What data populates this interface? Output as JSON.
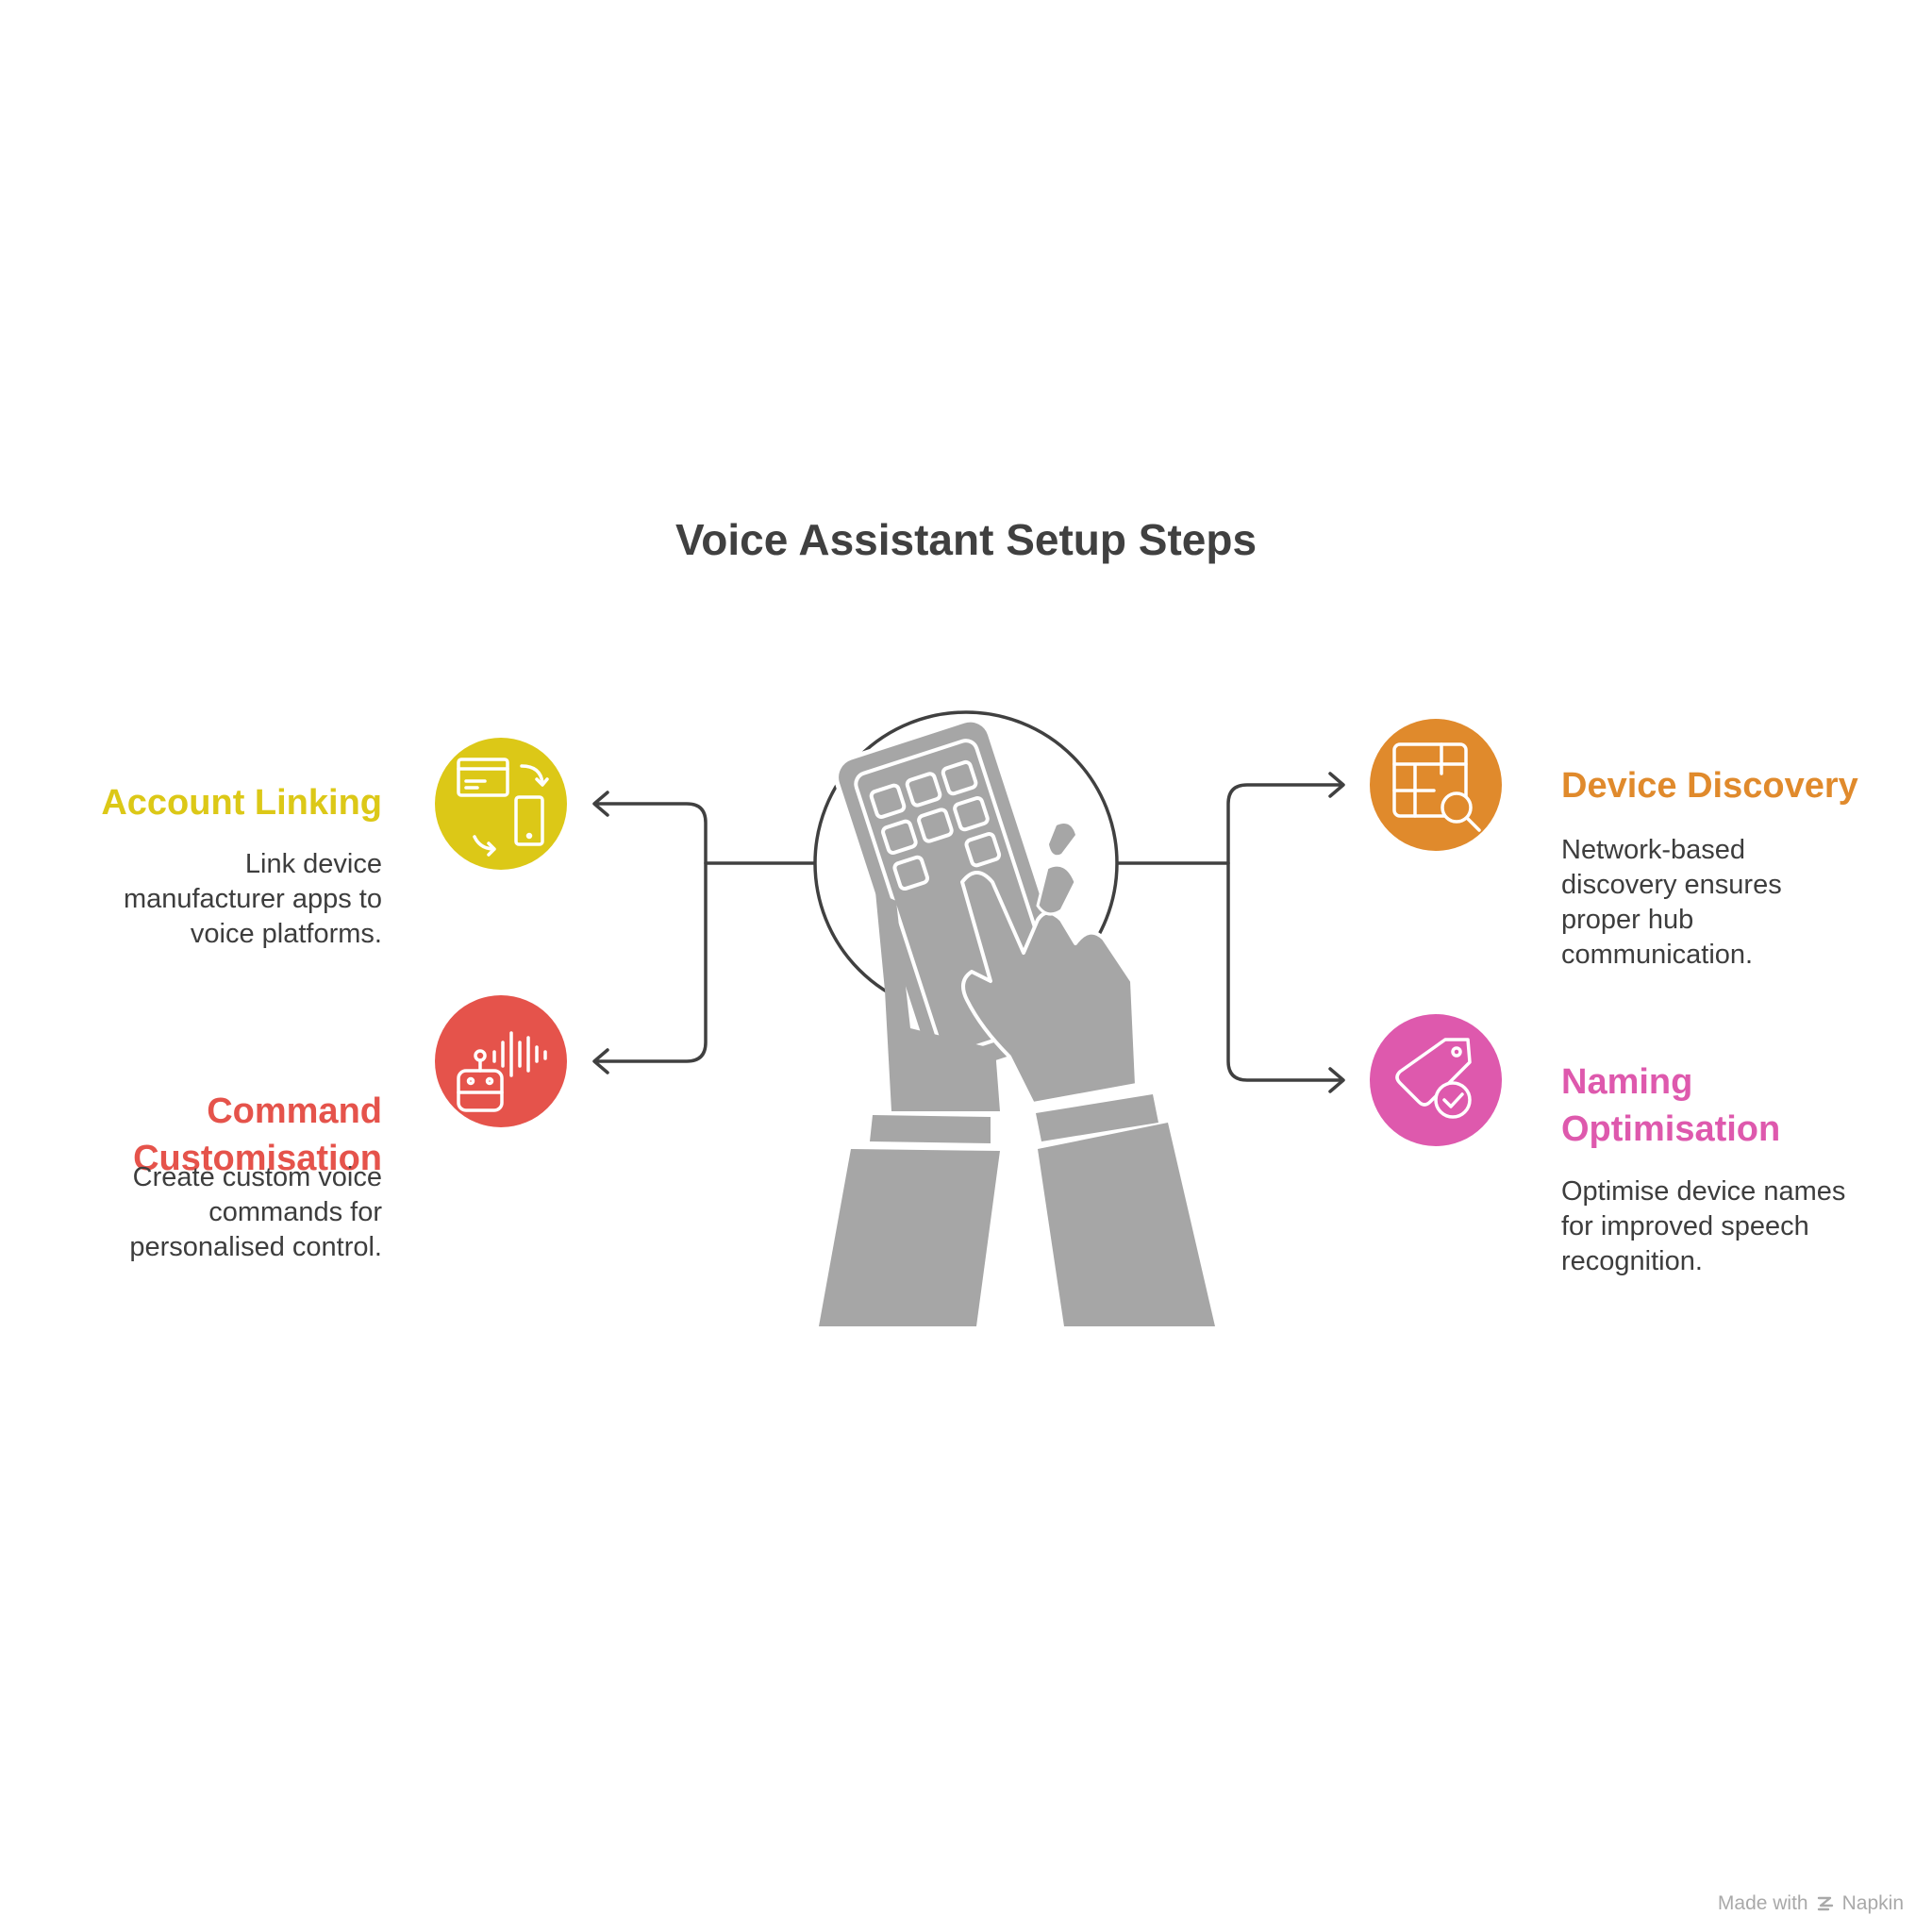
{
  "title": "Voice Assistant Setup Steps",
  "colors": {
    "account_linking": "#DCC817",
    "command_customisation": "#E5534B",
    "device_discovery": "#E08A2C",
    "naming_optimisation": "#DE59AD",
    "connector": "#404040",
    "illustration": "#A6A6A6"
  },
  "steps": [
    {
      "id": "account-linking",
      "heading": "Account Linking",
      "description": "Link device manufacturer apps to voice platforms.",
      "icon": "device-sync-icon"
    },
    {
      "id": "command-customisation",
      "heading": "Command Customisation",
      "description": "Create custom voice commands for personalised control.",
      "icon": "voice-robot-icon"
    },
    {
      "id": "device-discovery",
      "heading": "Device Discovery",
      "description": "Network-based discovery ensures proper hub communication.",
      "icon": "grid-search-icon"
    },
    {
      "id": "naming-optimisation",
      "heading": "Naming Optimisation",
      "description": "Optimise device names for improved speech recognition.",
      "icon": "tag-check-icon"
    }
  ],
  "center_icon": "hands-keypad-icon",
  "footer": {
    "made_with": "Made with",
    "brand": "Napkin"
  }
}
